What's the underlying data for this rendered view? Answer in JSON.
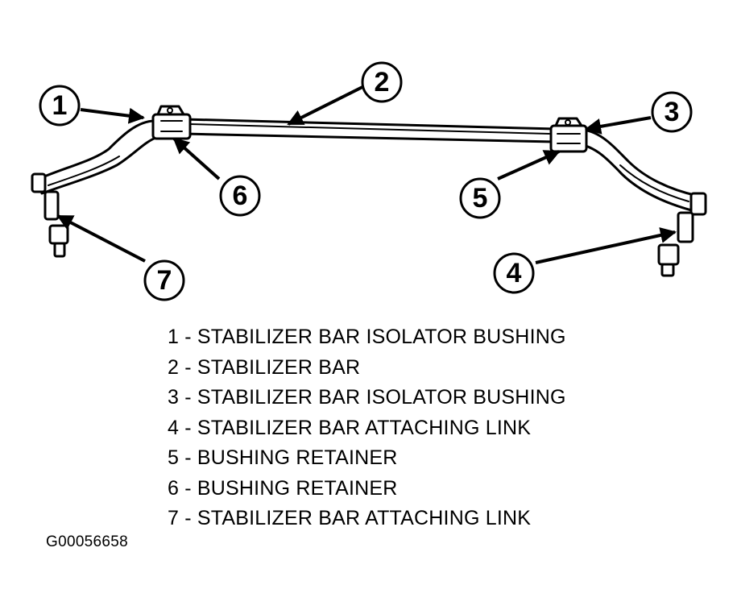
{
  "diagram": {
    "callouts": [
      "1",
      "2",
      "3",
      "4",
      "5",
      "6",
      "7"
    ]
  },
  "legend": {
    "items": [
      "1 - STABILIZER BAR ISOLATOR BUSHING",
      "2 - STABILIZER BAR",
      "3 - STABILIZER BAR ISOLATOR BUSHING",
      "4 - STABILIZER BAR ATTACHING LINK",
      "5 - BUSHING RETAINER",
      "6 - BUSHING RETAINER",
      "7 - STABILIZER BAR ATTACHING LINK"
    ]
  },
  "figure_id": "G00056658"
}
